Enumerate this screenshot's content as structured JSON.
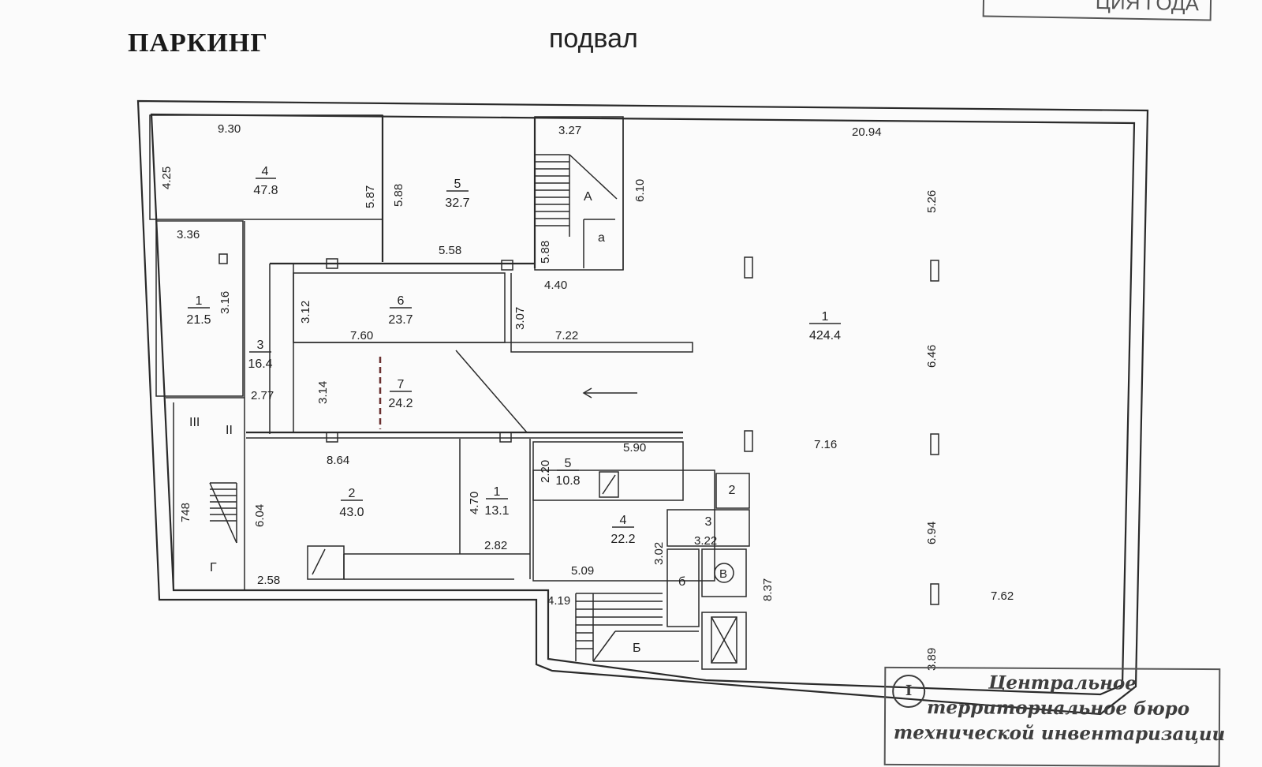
{
  "header": {
    "title": "ПАРКИНГ",
    "subtitle": "подвал",
    "corner_stamp": "ЦИЯ ГОДА"
  },
  "rooms": [
    {
      "id": "r4-top",
      "num": "4",
      "area": "47.8"
    },
    {
      "id": "r5-top",
      "num": "5",
      "area": "32.7"
    },
    {
      "id": "r1-left",
      "num": "1",
      "area": "21.5"
    },
    {
      "id": "r6",
      "num": "6",
      "area": "23.7"
    },
    {
      "id": "r3",
      "num": "3",
      "area": "16.4"
    },
    {
      "id": "r7",
      "num": "7",
      "area": "24.2"
    },
    {
      "id": "r2",
      "num": "2",
      "area": "43.0"
    },
    {
      "id": "r1-mid",
      "num": "1",
      "area": "13.1"
    },
    {
      "id": "r5-mid",
      "num": "5",
      "area": "10.8"
    },
    {
      "id": "r4-mid",
      "num": "4",
      "area": "22.2"
    },
    {
      "id": "r1-main",
      "num": "1",
      "area": "424.4"
    },
    {
      "id": "r2-small",
      "num": "2",
      "area": ""
    },
    {
      "id": "r3-small",
      "num": "3",
      "area": ""
    }
  ],
  "dimensions": [
    "9.30",
    "4.25",
    "5.87",
    "5.88",
    "5.58",
    "3.27",
    "6.10",
    "5.88",
    "20.94",
    "5.26",
    "3.36",
    "3.16",
    "3.12",
    "7.60",
    "4.40",
    "3.07",
    "7.22",
    "6.46",
    "3.14",
    "2.77",
    "8.64",
    "5.90",
    "2.20",
    "4.70",
    "6.04",
    "748",
    "7.16",
    "2.82",
    "3.02",
    "3.22",
    "6.94",
    "5.09",
    "2.58",
    "4.19",
    "8.37",
    "7.62",
    "3.89"
  ],
  "markers": {
    "stair_a": "А",
    "stair_a_small": "а",
    "stair_b": "Б",
    "stair_b_small": "б",
    "stair_g": "Г",
    "section_iii": "III",
    "section_ii": "II",
    "elevator": "В"
  },
  "stamp": {
    "emblem": "I",
    "line1": "Центральное",
    "line2": "территориальное бюро",
    "line3": "технической инвентаризации"
  }
}
